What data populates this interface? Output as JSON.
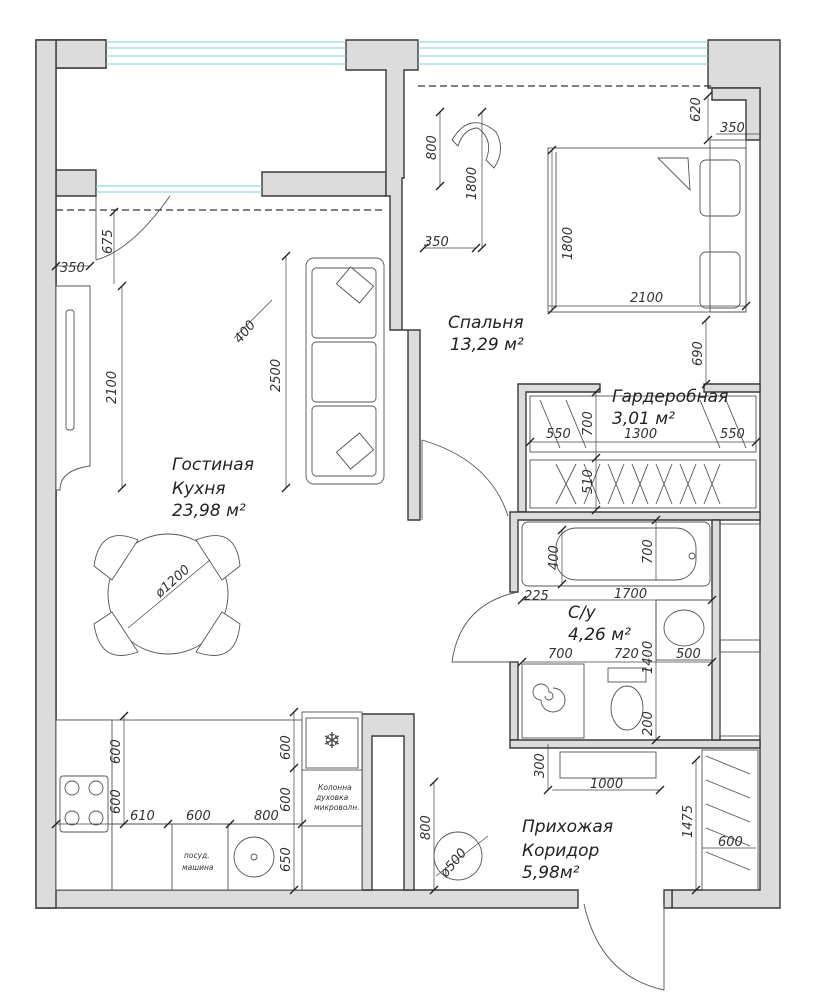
{
  "rooms": {
    "bedroom": {
      "name": "Спальня",
      "area": "13,29 м²"
    },
    "wardrobe": {
      "name": "Гардеробная",
      "area": "3,01 м²"
    },
    "living": {
      "name1": "Гостиная",
      "name2": "Кухня",
      "area": "23,98 м²"
    },
    "bathroom": {
      "name": "С/у",
      "area": "4,26 м²"
    },
    "hallway": {
      "name1": "Прихожая",
      "name2": "Коридор",
      "area": "5,98м²"
    }
  },
  "dimensions": {
    "d620": "620",
    "d350a": "350",
    "d800a": "800",
    "d1800a": "1800",
    "d350b": "350",
    "d1800b": "1800",
    "d2100a": "2100",
    "d690": "690",
    "d675": "675",
    "d350c": "350",
    "d2100b": "2100",
    "d400": "400",
    "d2500": "2500",
    "d550a": "550",
    "d700a": "700",
    "d1300": "1300",
    "d550b": "550",
    "d510": "510",
    "d400b": "400",
    "d700b": "700",
    "d1200": "ø1200",
    "d225": "225",
    "d1700": "1700",
    "d700c": "700",
    "d720": "720",
    "d1400": "1400",
    "d500a": "500",
    "d200": "200",
    "d300": "300",
    "d1000": "1000",
    "d1475": "1475",
    "d600a": "600",
    "d600b": "600",
    "d600c": "600",
    "d610": "610",
    "d600d": "600",
    "d800b": "800",
    "d600e": "600",
    "d650": "650",
    "d600f": "600",
    "d800c": "800",
    "d500b": "ø500"
  },
  "appliances": {
    "column_line1": "Колонна",
    "column_line2": "духовка",
    "column_line3": "микроволн.",
    "dishwasher_line1": "посуд.",
    "dishwasher_line2": "машина"
  },
  "colors": {
    "wall": "#dcdcdc",
    "outline": "#3a3a3a",
    "window": "#7ecfcf"
  }
}
